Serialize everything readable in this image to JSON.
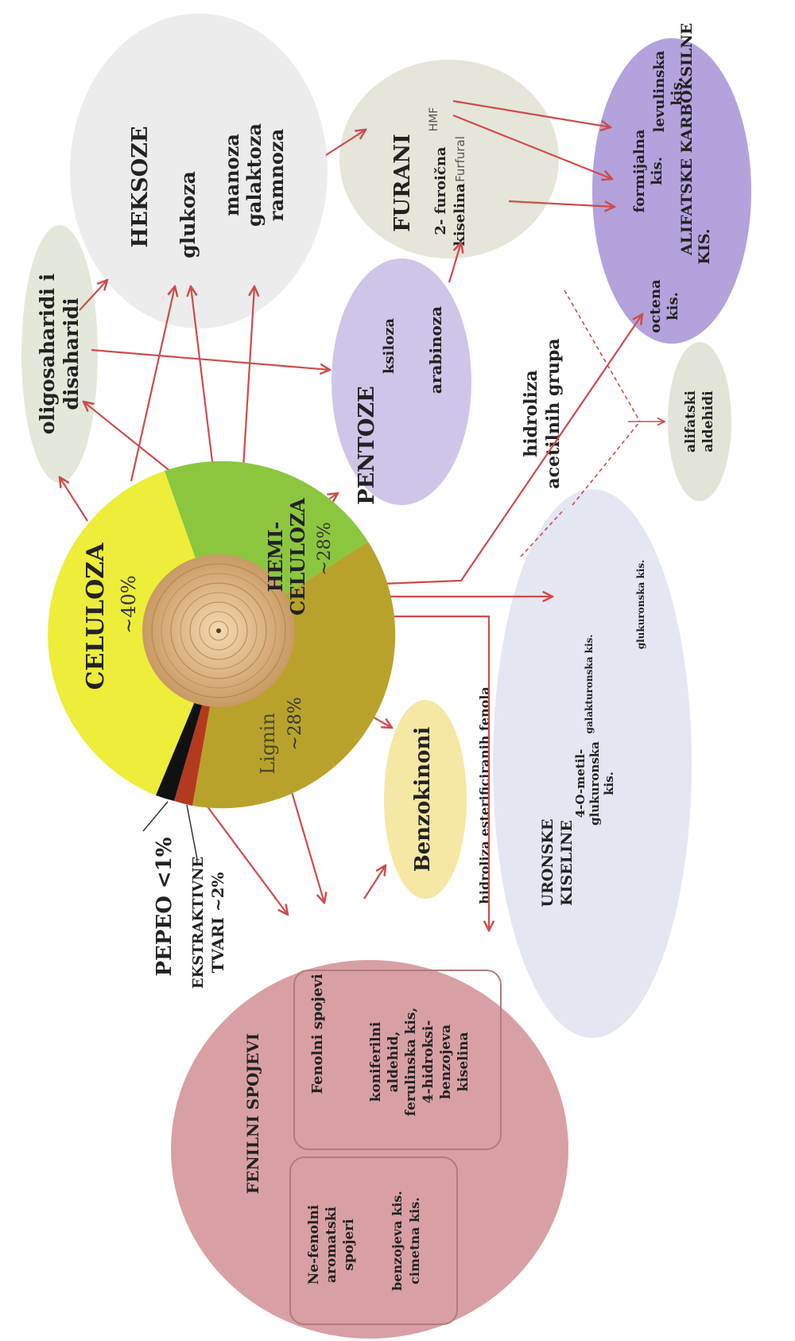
{
  "colors": {
    "arrow": "#cf4b4b",
    "cellulose": "#eded3a",
    "hemicellulose": "#8cc63f",
    "lignin": "#b8a22c",
    "extractives": "#b33a1e",
    "ash": "#111111",
    "hexose_bubble": "#ececec",
    "pentose_bubble": "#cfc5e8",
    "furan_bubble": "#e6e5d9",
    "aliphatic_acid_bubble": "#b3a2dc",
    "benzoquinone_bubble": "#f6e7a4",
    "phenyl_bubble": "#d8a0a4",
    "uronic_bubble": "#e4e6f2"
  },
  "wood": {
    "cellulose": "CELULOZA",
    "cellulose_pct": "~40%",
    "hemi_1": "HEMI-",
    "hemi_2": "CELULOZA",
    "hemi_pct": "~28%",
    "lignin": "Lignin",
    "lignin_pct": "~28%",
    "ash": "PEPEO <1%",
    "extractives_1": "EKSTRAKTIVNE",
    "extractives_2": "TVARI ~2%"
  },
  "nodes": {
    "oligo_1": "oligosaharidi i",
    "oligo_2": "disaharidi",
    "hexoses": {
      "title": "HEKSOZE",
      "glucose": "glukoza",
      "mannose": "manoza",
      "galactose": "galaktoza",
      "rhamnose": "ramnoza"
    },
    "pentoses": {
      "title": "PENTOZE",
      "xylose": "ksiloza",
      "arabinose": "arabinoza"
    },
    "furans": {
      "title": "FURANI",
      "hmf": "HMF",
      "furoic_1": "2- furoična",
      "furoic_2": "kiselina",
      "furfural": "Furfural"
    },
    "aliphatic_acids": {
      "formic_1": "formijalna",
      "formic_2": "kis.",
      "levulinic_1": "levulinska",
      "levulinic_2": "kis.",
      "title_1": "ALIFATSKE KARBOKSILNE",
      "title_2": "KIS.",
      "acetic_1": "octena",
      "acetic_2": "kis."
    },
    "aliphatic_aldehydes_1": "alifatski",
    "aliphatic_aldehydes_2": "aldehidi",
    "acetyl_hydrolysis_1": "hidroliza",
    "acetyl_hydrolysis_2": "acetilnih grupa",
    "uronic_acids": {
      "glucuronic": "glukuronska kis.",
      "galacturonic": "galakturonska kis.",
      "methyl_1": "4-O-metil-",
      "methyl_2": "glukuronska",
      "methyl_3": "kis.",
      "title_1": "URONSKE",
      "title_2": "KISELINE"
    },
    "benzoquinones": "Benzokinoni",
    "phenol_ester_hydrolysis": "hidroliza esterificiranih fenola",
    "phenyl": {
      "title": "FENILNI SPOJEVI",
      "phenolic": {
        "title": "Fenolni spojevi",
        "i1": "koniferilni",
        "i2": "aldehid,",
        "i3": "ferulinska kis,",
        "i4": "4-hidroksi-",
        "i5": "benzojeva",
        "i6": "kiselina"
      },
      "non_phenolic": {
        "t1": "Ne-fenolni",
        "t2": "aromatski",
        "t3": "spojeri",
        "i1": "benzojeva kis.",
        "i2": "cimetna kis."
      }
    }
  }
}
